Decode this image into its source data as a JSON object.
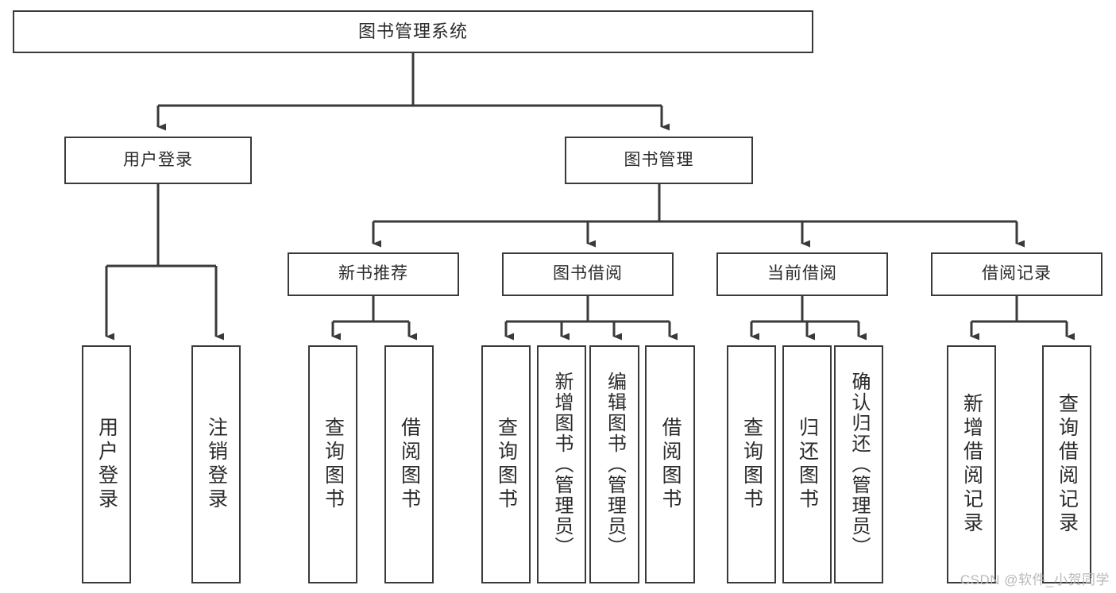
{
  "diagram": {
    "title": "图书管理系统",
    "type": "tree-hierarchy-chart",
    "colors": {
      "box_border": "#3a3a3a",
      "box_fill": "#ffffff",
      "connector": "#3a3a3a",
      "text": "#2b2b2b",
      "watermark": "#b9b9b9"
    }
  },
  "root": {
    "label": "图书管理系统"
  },
  "level2": [
    {
      "label": "用户登录"
    },
    {
      "label": "图书管理"
    }
  ],
  "level3": [
    {
      "label": "新书推荐"
    },
    {
      "label": "图书借阅"
    },
    {
      "label": "当前借阅"
    },
    {
      "label": "借阅记录"
    }
  ],
  "leaves": {
    "user_login": [
      {
        "label": "用户登录"
      },
      {
        "label": "注销登录"
      }
    ],
    "new_book_recommend": [
      {
        "label": "查询图书"
      },
      {
        "label": "借阅图书"
      }
    ],
    "book_borrow": [
      {
        "label": "查询图书"
      },
      {
        "label": "新增图书（管理员）"
      },
      {
        "label": "编辑图书（管理员）"
      },
      {
        "label": "借阅图书"
      }
    ],
    "current_borrow": [
      {
        "label": "查询图书"
      },
      {
        "label": "归还图书"
      },
      {
        "label": "确认归还（管理员）"
      }
    ],
    "borrow_record": [
      {
        "label": "新增借阅记录"
      },
      {
        "label": "查询借阅记录"
      }
    ]
  },
  "watermark": {
    "text": "CSDN @软件_小贺同学"
  }
}
